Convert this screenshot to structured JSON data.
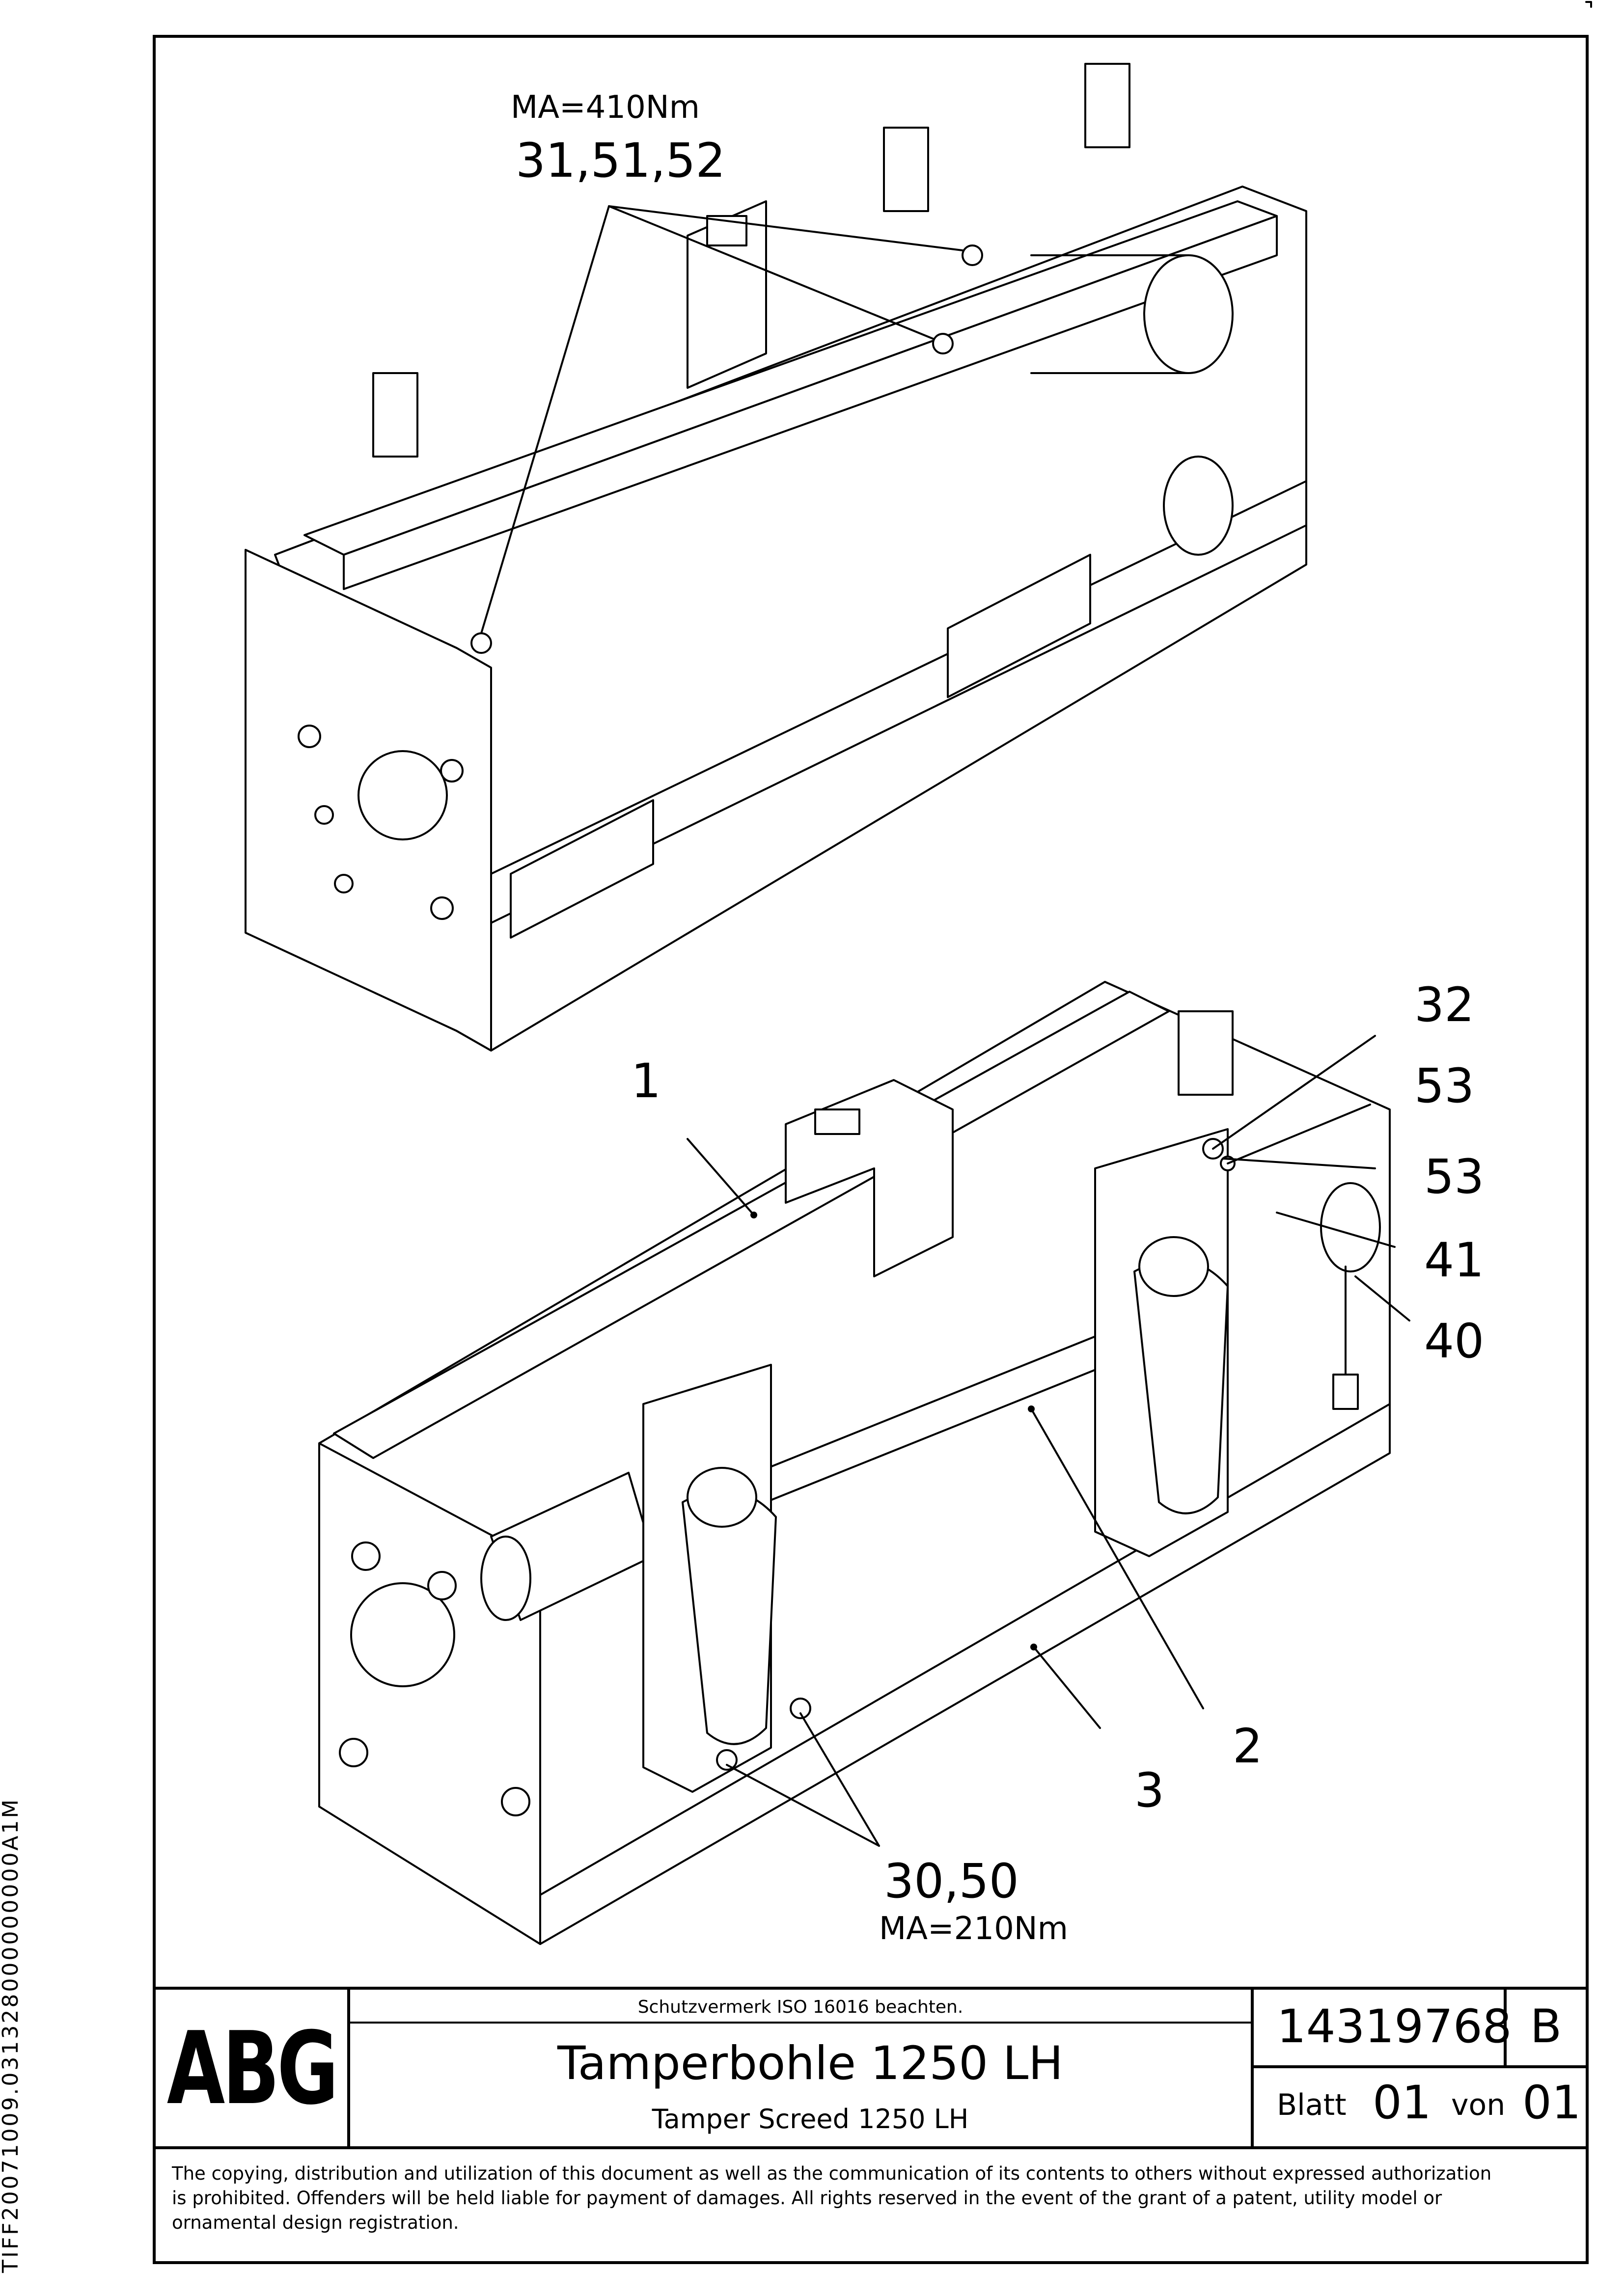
{
  "side_code": "TIFF20071009.031328000000000A1M",
  "upper_view": {
    "torque": "MA=410Nm",
    "callout": "31,51,52"
  },
  "lower_view": {
    "callouts": {
      "c1": "1",
      "c2": "2",
      "c3": "3",
      "c32": "32",
      "c53a": "53",
      "c53b": "53",
      "c41": "41",
      "c40": "40",
      "c30_50": "30,50"
    },
    "torque": "MA=210Nm"
  },
  "title_block": {
    "logo": "ABG",
    "notice": "Schutzvermerk ISO 16016 beachten.",
    "title_de": "Tamperbohle 1250 LH",
    "title_en": "Tamper Screed 1250 LH",
    "drawing_number": "14319768",
    "revision": "B",
    "sheet_label": "Blatt",
    "sheet_no": "01",
    "of_label": "von",
    "sheet_total": "01"
  },
  "copyright": [
    "The copying, distribution and utilization of this document as well as the communication of its contents to others without expressed authorization",
    "is prohibited. Offenders will be held liable for payment of damages. All rights reserved in the event of the grant of a patent, utility model or",
    "ornamental design registration."
  ]
}
